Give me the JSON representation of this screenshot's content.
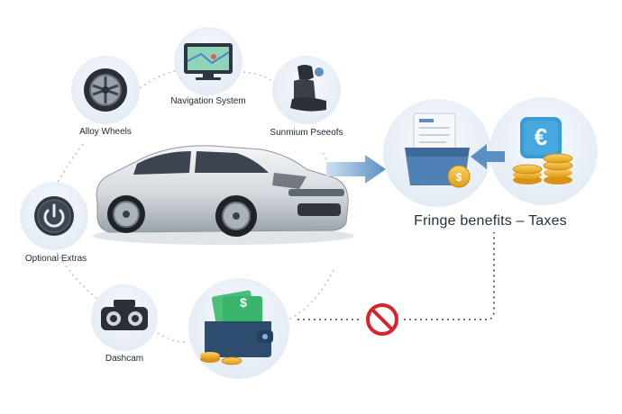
{
  "features": {
    "alloy_wheels": "Alloy Wheels",
    "navigation_system": "Navigation System",
    "sunroof_label": "Sunmium Pseeofs",
    "optional_extras": "Optional Extras",
    "dashcam": "Dashcam"
  },
  "result": {
    "title": "Fringe benefits – Taxes",
    "currency_symbol": "€",
    "money_symbol": "$"
  },
  "icons": [
    "alloy-wheel-icon",
    "navigation-screen-icon",
    "car-seat-icon",
    "power-button-icon",
    "dashcam-icon",
    "car-image",
    "wallet-icon",
    "document-folder-icon",
    "euro-coins-icon",
    "prohibited-icon",
    "arrow-right-icon",
    "arrow-left-icon"
  ],
  "colors": {
    "accent_blue": "#5a8fc4",
    "circle_bg": "#e9f0f7",
    "prohibited_red": "#d9232b",
    "coin_gold": "#f2b632",
    "money_green": "#3bb46b"
  }
}
